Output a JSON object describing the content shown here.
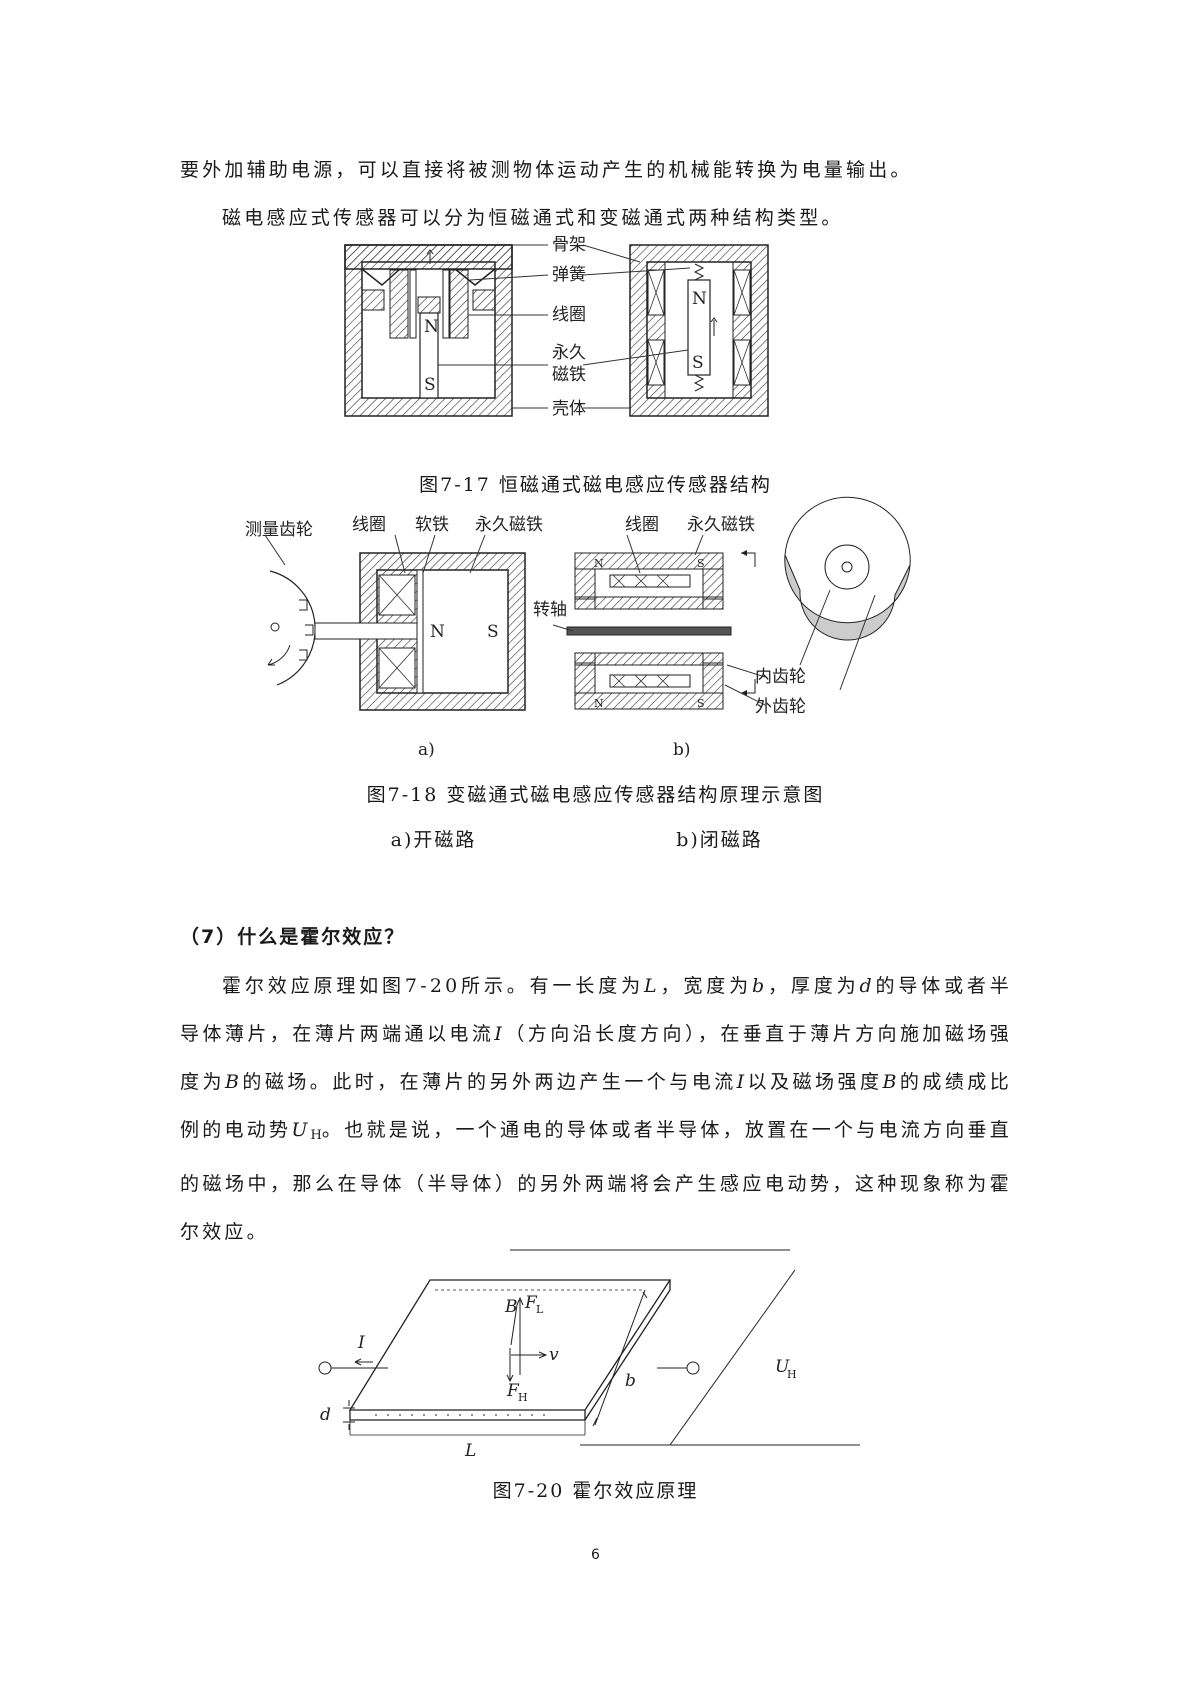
{
  "intro": {
    "line1": "要外加辅助电源，可以直接将被测物体运动产生的机械能转换为电量输出。",
    "line2": "磁电感应式传感器可以分为恒磁通式和变磁通式两种结构类型。"
  },
  "fig17": {
    "labels": {
      "frame": "骨架",
      "spring": "弹簧",
      "coil": "线圈",
      "magnet_1": "永久",
      "magnet_2": "磁铁",
      "shell": "壳体",
      "n": "N",
      "s": "S"
    },
    "caption": "图7-17  恒磁通式磁电感应传感器结构"
  },
  "fig18": {
    "labels": {
      "gear": "测量齿轮",
      "coil": "线圈",
      "soft_iron": "软铁",
      "magnet": "永久磁铁",
      "n": "N",
      "s": "S",
      "coil_b": "线圈",
      "magnet_b": "永久磁铁",
      "shaft": "转轴",
      "inner_gear": "内齿轮",
      "outer_gear": "外齿轮",
      "sub_a": "a)",
      "sub_b": "b)"
    },
    "caption": "图7-18  变磁通式磁电感应传感器结构原理示意图",
    "subcaption_a": "a)开磁路",
    "subcaption_b": "b)闭磁路"
  },
  "section": {
    "heading": "（7）什么是霍尔效应？",
    "p1": {
      "t1": "霍尔效应原理如图7-20所示。有一长度为",
      "L": "L",
      "t2": "，宽度为",
      "b": "b",
      "t3": "，厚度为",
      "d": "d",
      "t4": "的导体或者半导体薄片，在薄片两端通以电流",
      "I": "I",
      "t5": "（方向沿长度方向），在垂直于薄片方向施加磁场强度为",
      "B": "B",
      "t6": "的磁场。此时，在薄片的另外两边产生一个与电流",
      "I2": "I",
      "t7": "以及磁场强度",
      "B2": "B",
      "t8": "的成绩成比例的电动势",
      "U": "U",
      "Usub": "H",
      "t9": "。也就是说，一个通电的导体或者半导体，放置在一个与电流方向垂直的磁场中，那么在导体（半导体）的另外两端将会产生感应电动势，这种现象称为霍尔效应。"
    }
  },
  "fig20": {
    "labels": {
      "I": "I",
      "B": "B",
      "FL": "F",
      "FL_sub": "L",
      "v": "v",
      "FH": "F",
      "FH_sub": "H",
      "b": "b",
      "UH": "U",
      "UH_sub": "H",
      "d": "d",
      "L": "L"
    },
    "caption": "图7-20  霍尔效应原理"
  },
  "page_number": "6"
}
